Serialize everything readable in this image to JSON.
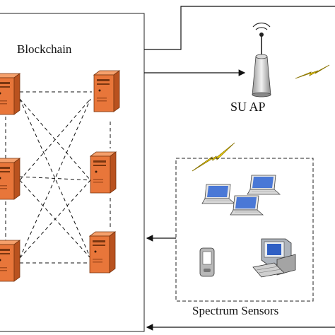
{
  "labels": {
    "blockchain": "Blockchain",
    "su_ap": "SU AP",
    "spectrum_sensors": "Spectrum Sensors"
  },
  "colors": {
    "server_face": "#e8763a",
    "server_side": "#b9521f",
    "server_top": "#f5a06c",
    "lightning": "#f2d30a",
    "line": "#111111",
    "laptop_screen": "#4a78d6"
  },
  "icons": [
    "server-icon",
    "access-point-icon",
    "laptop-icon",
    "pda-icon",
    "desktop-computer-icon",
    "lightning-icon"
  ]
}
